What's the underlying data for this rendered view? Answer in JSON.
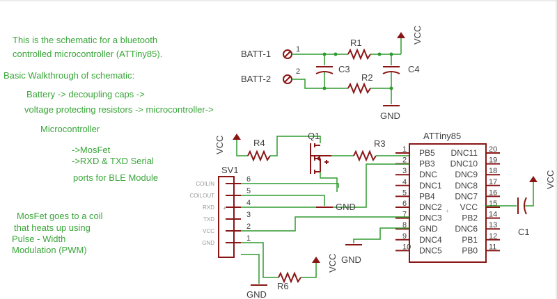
{
  "notes": {
    "line1": "This is the schematic for a bluetooth",
    "line2": "controlled microcontroller (ATTiny85).",
    "line3": "Basic Walkthrough of schematic:",
    "line4": "Battery -> decoupling caps ->",
    "line5": "voltage protecting resistors -> microcontroller->",
    "line6": "Microcontroller",
    "line7": "->MosFet",
    "line8": "->RXD & TXD Serial",
    "line9": "ports for BLE Module",
    "line10": "MosFet goes to a coil",
    "line11": "that heats up using",
    "line12": "Pulse - Width",
    "line13": "Modulation (PWM)"
  },
  "battery": {
    "batt1": "BATT-1",
    "batt2": "BATT-2",
    "pin1": "1",
    "pin2": "2"
  },
  "parts": {
    "r1": "R1",
    "r2": "R2",
    "r3": "R3",
    "r4": "R4",
    "r6": "R6",
    "c1": "C1",
    "c3": "C3",
    "c4": "C4",
    "q1": "Q1",
    "sv1": "SV1",
    "chip": "ATTiny85"
  },
  "power": {
    "vcc": "VCC",
    "gnd": "GND"
  },
  "chip_pins": {
    "left": [
      {
        "num": "1",
        "name": "PB5"
      },
      {
        "num": "2",
        "name": "PB3"
      },
      {
        "num": "3",
        "name": "DNC"
      },
      {
        "num": "4",
        "name": "DNC1"
      },
      {
        "num": "5",
        "name": "PB4"
      },
      {
        "num": "6",
        "name": "DNC2"
      },
      {
        "num": "7",
        "name": "DNC3"
      },
      {
        "num": "8",
        "name": "GND"
      },
      {
        "num": "9",
        "name": "DNC4"
      },
      {
        "num": "10",
        "name": "DNC5"
      }
    ],
    "right": [
      {
        "num": "20",
        "name": "DNC11"
      },
      {
        "num": "19",
        "name": "DNC10"
      },
      {
        "num": "18",
        "name": "DNC9"
      },
      {
        "num": "17",
        "name": "DNC8"
      },
      {
        "num": "16",
        "name": "DNC7"
      },
      {
        "num": "15",
        "name": "VCC"
      },
      {
        "num": "14",
        "name": "PB2"
      },
      {
        "num": "13",
        "name": "DNC6"
      },
      {
        "num": "12",
        "name": "PB1"
      },
      {
        "num": "11",
        "name": "PB0"
      }
    ]
  },
  "sv1_pins": {
    "numbers": [
      "6",
      "5",
      "4",
      "3",
      "2",
      "1"
    ],
    "names": [
      "COILIN",
      "COILOUT",
      "RXD",
      "TXD",
      "VCC",
      "GND"
    ]
  }
}
